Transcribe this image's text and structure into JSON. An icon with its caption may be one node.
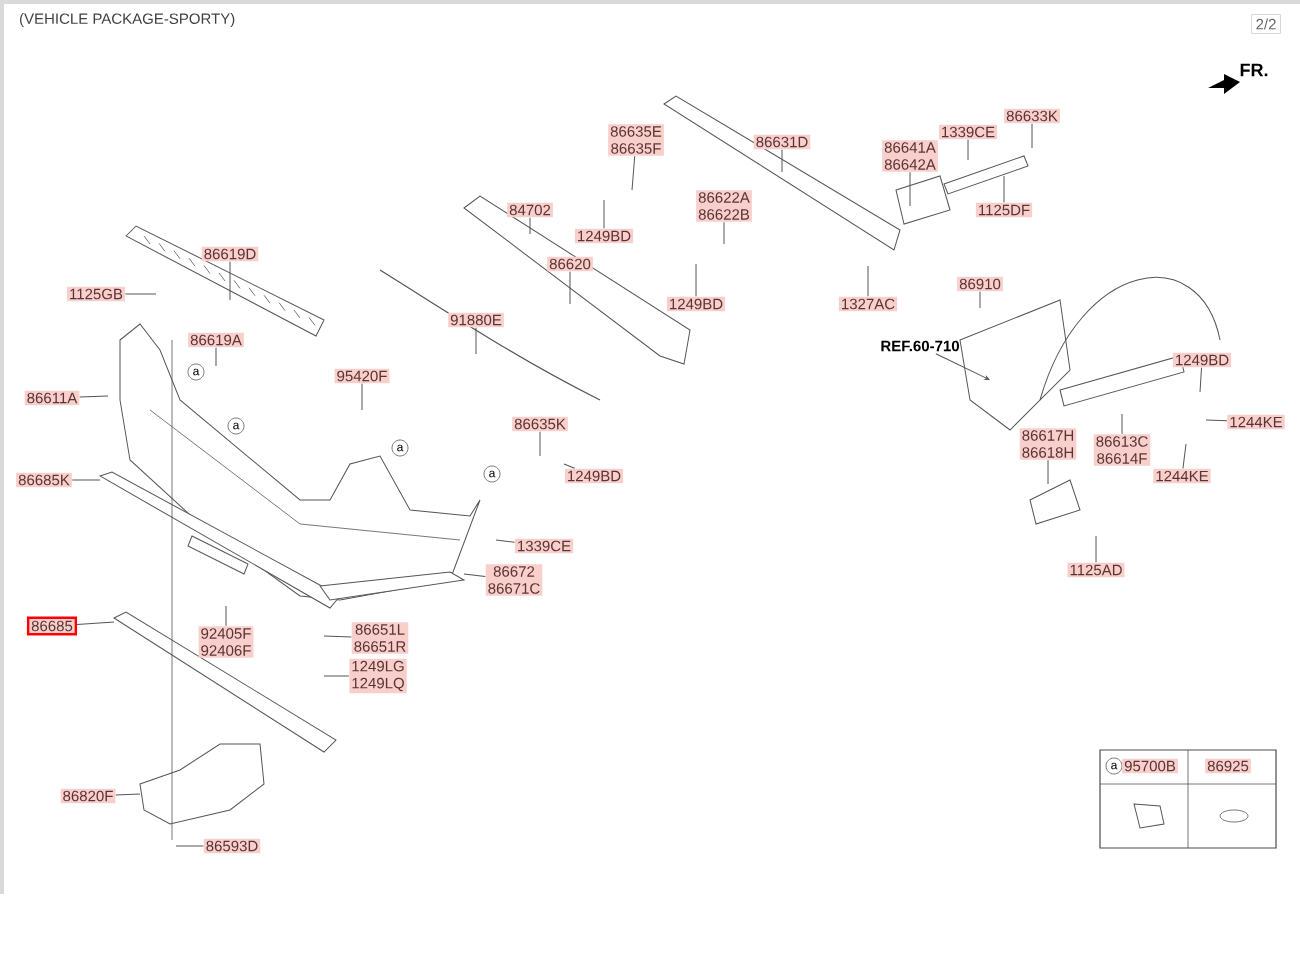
{
  "diagram": {
    "title": "(VEHICLE PACKAGE-SPORTY)",
    "nodes": [
      {
        "text": [
          "86635E",
          "86635F"
        ]
      },
      {
        "text": [
          "86631D"
        ]
      },
      {
        "text": [
          "1339CE"
        ]
      },
      {
        "text": [
          "86633K"
        ]
      },
      {
        "text": [
          "86641A",
          "86642A"
        ]
      },
      {
        "text": [
          "1125DF"
        ]
      },
      {
        "text": [
          "84702"
        ]
      },
      {
        "text": [
          "86622A",
          "86622B"
        ]
      },
      {
        "text": [
          "1249BD"
        ]
      },
      {
        "text": [
          "86619D"
        ]
      },
      {
        "text": [
          "86620"
        ]
      },
      {
        "text": [
          "1125GB"
        ]
      },
      {
        "text": [
          "1249BD"
        ]
      },
      {
        "text": [
          "1327AC"
        ]
      },
      {
        "text": [
          "86910"
        ]
      },
      {
        "text": [
          "91880E"
        ]
      },
      {
        "text": [
          "86619A"
        ]
      },
      {
        "text": [
          "REF.60-710"
        ]
      },
      {
        "text": [
          "1249BD"
        ]
      },
      {
        "text": [
          "95420F"
        ]
      },
      {
        "text": [
          "86611A"
        ]
      },
      {
        "text": [
          "86635K"
        ]
      },
      {
        "text": [
          "1244KE"
        ]
      },
      {
        "text": [
          "86617H",
          "86618H"
        ]
      },
      {
        "text": [
          "86613C",
          "86614F"
        ]
      },
      {
        "text": [
          "1249BD"
        ]
      },
      {
        "text": [
          "1244KE"
        ]
      },
      {
        "text": [
          "86685K"
        ]
      },
      {
        "text": [
          "1339CE"
        ]
      },
      {
        "text": [
          "1125AD"
        ]
      },
      {
        "text": [
          "86672",
          "86671C"
        ]
      },
      {
        "text": [
          "86685"
        ]
      },
      {
        "text": [
          "92405F",
          "92406F"
        ]
      },
      {
        "text": [
          "86651L",
          "86651R"
        ]
      },
      {
        "text": [
          "1249LG",
          "1249LQ"
        ]
      },
      {
        "text": [
          "86820F"
        ]
      },
      {
        "text": [
          "86593D"
        ]
      }
    ],
    "edges": [
      {
        "from": 0,
        "to": null,
        "arrow": "none"
      },
      {
        "from": 1,
        "to": null,
        "arrow": "none"
      },
      {
        "from": 2,
        "to": null,
        "arrow": "none"
      },
      {
        "from": 3,
        "to": null,
        "arrow": "none"
      },
      {
        "from": 4,
        "to": null,
        "arrow": "none"
      },
      {
        "from": 5,
        "to": null,
        "arrow": "none"
      },
      {
        "from": 6,
        "to": null,
        "arrow": "none"
      },
      {
        "from": 7,
        "to": null,
        "arrow": "none"
      },
      {
        "from": 8,
        "to": null,
        "arrow": "none"
      },
      {
        "from": 9,
        "to": null,
        "arrow": "none"
      },
      {
        "from": 10,
        "to": null,
        "arrow": "none"
      },
      {
        "from": 11,
        "to": null,
        "arrow": "none"
      },
      {
        "from": 12,
        "to": null,
        "arrow": "none"
      },
      {
        "from": 13,
        "to": null,
        "arrow": "none"
      },
      {
        "from": 14,
        "to": null,
        "arrow": "none"
      },
      {
        "from": 15,
        "to": null,
        "arrow": "none"
      },
      {
        "from": 16,
        "to": null,
        "arrow": "none"
      },
      {
        "from": 17,
        "to": null,
        "arrow": "to"
      },
      {
        "from": 18,
        "to": null,
        "arrow": "none"
      },
      {
        "from": 19,
        "to": null,
        "arrow": "none"
      },
      {
        "from": 20,
        "to": null,
        "arrow": "none"
      },
      {
        "from": 21,
        "to": null,
        "arrow": "none"
      },
      {
        "from": 22,
        "to": null,
        "arrow": "none"
      },
      {
        "from": 23,
        "to": null,
        "arrow": "none"
      },
      {
        "from": 24,
        "to": null,
        "arrow": "none"
      },
      {
        "from": 25,
        "to": null,
        "arrow": "none"
      },
      {
        "from": 26,
        "to": null,
        "arrow": "none"
      },
      {
        "from": 27,
        "to": null,
        "arrow": "none"
      },
      {
        "from": 28,
        "to": null,
        "arrow": "none"
      },
      {
        "from": 29,
        "to": null,
        "arrow": "none"
      },
      {
        "from": 30,
        "to": null,
        "arrow": "none"
      },
      {
        "from": 31,
        "to": null,
        "arrow": "none"
      },
      {
        "from": 32,
        "to": null,
        "arrow": "none"
      },
      {
        "from": 33,
        "to": null,
        "arrow": "none"
      },
      {
        "from": 34,
        "to": null,
        "arrow": "none"
      },
      {
        "from": 35,
        "to": null,
        "arrow": "none"
      },
      {
        "from": 36,
        "to": null,
        "arrow": "none"
      }
    ],
    "labels": [
      "2/2",
      "FR.",
      "a",
      "a",
      "a",
      "a",
      "a",
      "95700B",
      "86925"
    ]
  }
}
